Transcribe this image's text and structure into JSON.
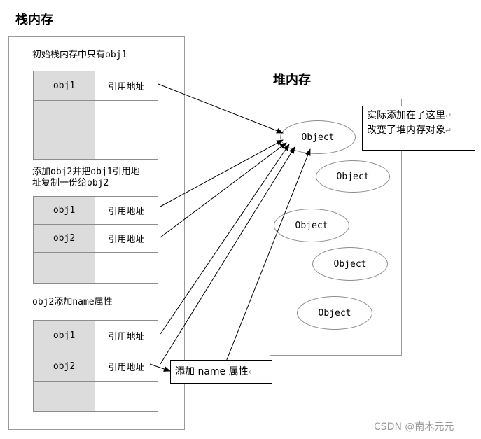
{
  "stack_title": "栈内存",
  "heap_title": "堆内存",
  "section1_label": "初始栈内存中只有obj1",
  "section2_label_line1": "添加obj2并把obj1引用地",
  "section2_label_line2": "址复制一份给obj2",
  "section3_label": "obj2添加name属性",
  "row_obj1": "obj1",
  "row_obj2": "obj2",
  "ref_addr": "引用地址",
  "object_label": "Object",
  "note_top_line1": "实际添加在了这里",
  "note_top_line2": "改变了堆内存对象",
  "note_bottom": "添加 name 属性",
  "return_mark": "↵",
  "watermark": "CSDN @南木元元"
}
